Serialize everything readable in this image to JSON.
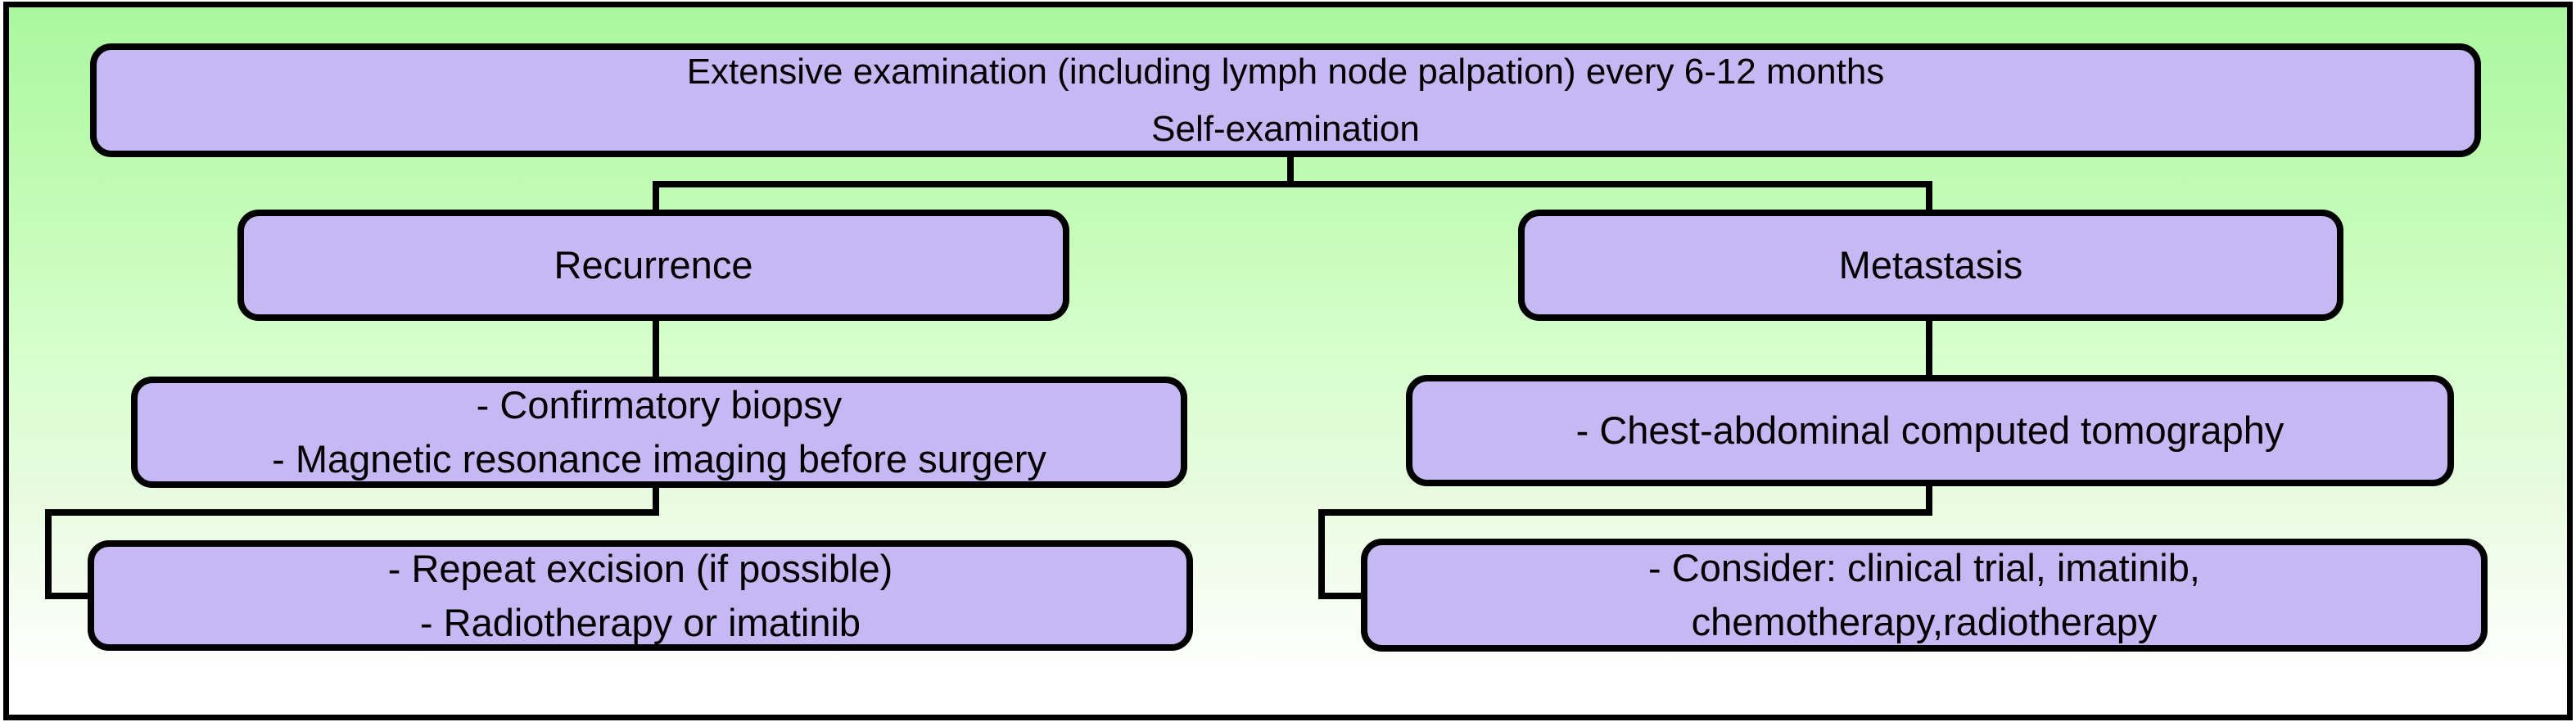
{
  "diagram": {
    "type": "flowchart",
    "colors": {
      "background_top": "#aaf79e",
      "background_bottom": "#ffffff",
      "node_fill": "#c6b8f2",
      "node_border": "#000000",
      "connector": "#000000",
      "text": "#000000"
    },
    "nodes": {
      "surveillance": {
        "line1": "Extensive examination (including lymph node palpation) every 6-12 months",
        "line2": "Self-examination"
      },
      "recurrence": {
        "label": "Recurrence"
      },
      "metastasis": {
        "label": "Metastasis"
      },
      "recurrence_workup": {
        "line1": "- Confirmatory biopsy",
        "line2": "- Magnetic resonance imaging before surgery"
      },
      "metastasis_workup": {
        "line1": "- Chest-abdominal computed tomography"
      },
      "recurrence_treatment": {
        "line1": "- Repeat excision (if possible)",
        "line2": "- Radiotherapy or imatinib"
      },
      "metastasis_treatment": {
        "line1": "- Consider: clinical trial, imatinib,",
        "line2": "chemotherapy,radiotherapy"
      }
    },
    "edges": [
      {
        "from": "surveillance",
        "to": "recurrence"
      },
      {
        "from": "surveillance",
        "to": "metastasis"
      },
      {
        "from": "recurrence",
        "to": "recurrence_workup"
      },
      {
        "from": "recurrence_workup",
        "to": "recurrence_treatment"
      },
      {
        "from": "metastasis",
        "to": "metastasis_workup"
      },
      {
        "from": "metastasis_workup",
        "to": "metastasis_treatment"
      }
    ]
  }
}
